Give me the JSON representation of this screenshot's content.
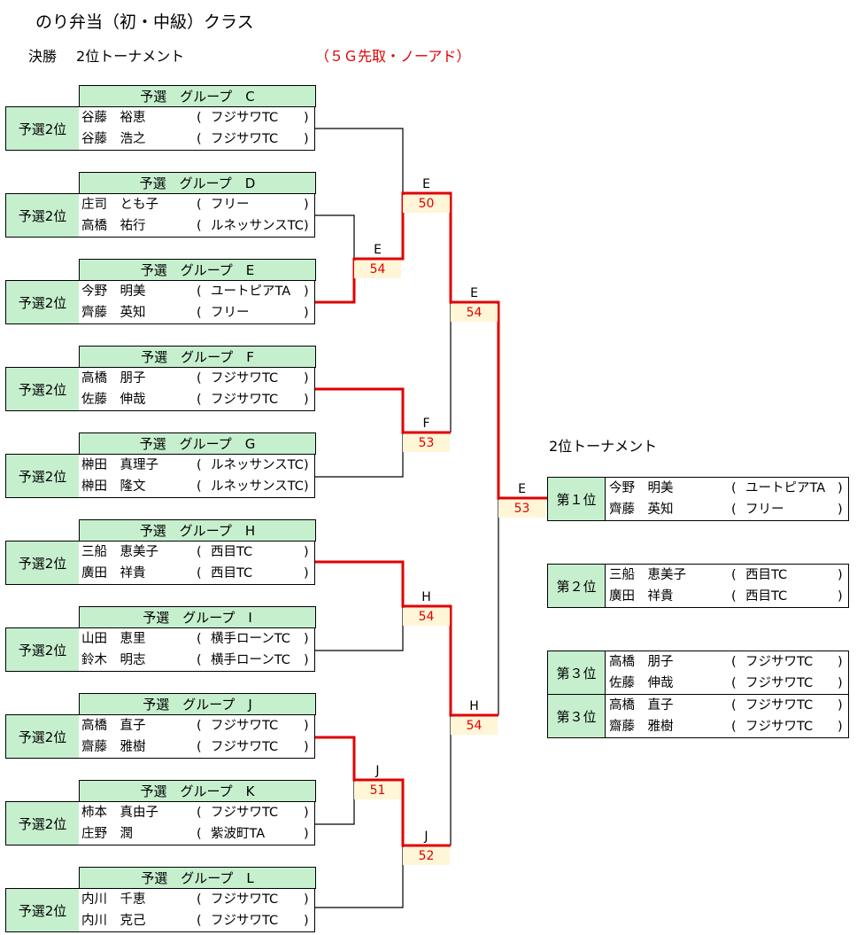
{
  "title": "のり弁当（初・中級）クラス",
  "subtitle": {
    "left": "決勝",
    "right": "2位トーナメント"
  },
  "rule_note": "（５Ｇ先取・ノーアド）",
  "rank_label": "予選2位",
  "groups": [
    {
      "header": "予選　グループ　C",
      "players": [
        {
          "name": "谷藤　裕恵",
          "club": "フジサワTC"
        },
        {
          "name": "谷藤　浩之",
          "club": "フジサワTC"
        }
      ]
    },
    {
      "header": "予選　グループ　D",
      "players": [
        {
          "name": "庄司　とも子",
          "club": "フリー"
        },
        {
          "name": "高橋　祐行",
          "club": "ルネッサンスTC"
        }
      ]
    },
    {
      "header": "予選　グループ　E",
      "players": [
        {
          "name": "今野　明美",
          "club": "ユートピアTA"
        },
        {
          "name": "齊藤　英知",
          "club": "フリー"
        }
      ]
    },
    {
      "header": "予選　グループ　F",
      "players": [
        {
          "name": "高橋　朋子",
          "club": "フジサワTC"
        },
        {
          "name": "佐藤　伸哉",
          "club": "フジサワTC"
        }
      ]
    },
    {
      "header": "予選　グループ　G",
      "players": [
        {
          "name": "榊田　真理子",
          "club": "ルネッサンスTC"
        },
        {
          "name": "榊田　隆文",
          "club": "ルネッサンスTC"
        }
      ]
    },
    {
      "header": "予選　グループ　H",
      "players": [
        {
          "name": "三船　恵美子",
          "club": "西目TC"
        },
        {
          "name": "廣田　祥貴",
          "club": "西目TC"
        }
      ]
    },
    {
      "header": "予選　グループ　I",
      "players": [
        {
          "name": "山田　恵里",
          "club": "横手ローンTC"
        },
        {
          "name": "鈴木　明志",
          "club": "横手ローンTC"
        }
      ]
    },
    {
      "header": "予選　グループ　J",
      "players": [
        {
          "name": "高橋　直子",
          "club": "フジサワTC"
        },
        {
          "name": "齋藤　雅樹",
          "club": "フジサワTC"
        }
      ]
    },
    {
      "header": "予選　グループ　K",
      "players": [
        {
          "name": "柿本　真由子",
          "club": "フジサワTC"
        },
        {
          "name": "庄野　潤",
          "club": "紫波町TA"
        }
      ]
    },
    {
      "header": "予選　グループ　L",
      "players": [
        {
          "name": "内川　千恵",
          "club": "フジサワTC"
        },
        {
          "name": "内川　克己",
          "club": "フジサワTC"
        }
      ]
    }
  ],
  "matches": [
    {
      "winner": "E",
      "score": "54"
    },
    {
      "winner": "E",
      "score": "50"
    },
    {
      "winner": "F",
      "score": "53"
    },
    {
      "winner": "E",
      "score": "54"
    },
    {
      "winner": "H",
      "score": "54"
    },
    {
      "winner": "J",
      "score": "51"
    },
    {
      "winner": "J",
      "score": "52"
    },
    {
      "winner": "H",
      "score": "54"
    },
    {
      "winner": "E",
      "score": "53"
    }
  ],
  "results_title": "2位トーナメント",
  "results": [
    {
      "rank": "第１位",
      "players": [
        {
          "name": "今野　明美",
          "club": "ユートピアTA"
        },
        {
          "name": "齊藤　英知",
          "club": "フリー"
        }
      ]
    },
    {
      "rank": "第２位",
      "players": [
        {
          "name": "三船　恵美子",
          "club": "西目TC"
        },
        {
          "name": "廣田　祥貴",
          "club": "西目TC"
        }
      ]
    },
    {
      "rank": "第３位",
      "players": [
        {
          "name": "高橋　朋子",
          "club": "フジサワTC"
        },
        {
          "name": "佐藤　伸哉",
          "club": "フジサワTC"
        }
      ]
    },
    {
      "rank": "第３位",
      "players": [
        {
          "name": "高橋　直子",
          "club": "フジサワTC"
        },
        {
          "name": "齋藤　雅樹",
          "club": "フジサワTC"
        }
      ]
    }
  ],
  "colors": {
    "header_bg": "#c6efce",
    "score_bg": "#fef6d6",
    "winner_line": "#e00000",
    "loser_line": "#000000"
  }
}
